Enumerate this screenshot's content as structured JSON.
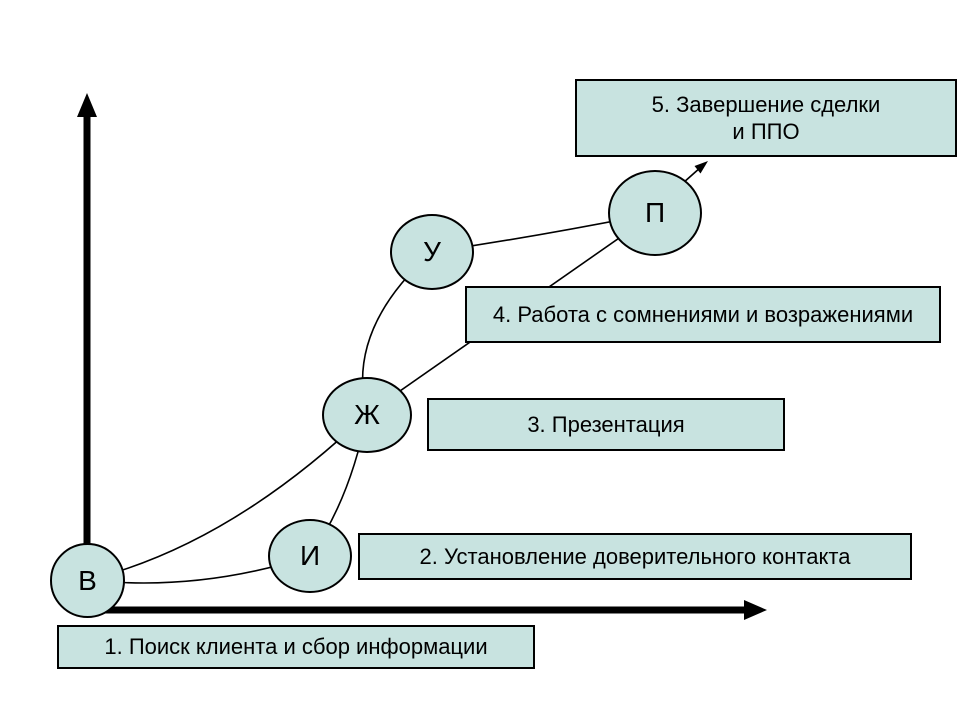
{
  "slide": {
    "palette": {
      "shape_fill": "#c8e3e0",
      "shape_border": "#000000",
      "line_color": "#000000",
      "text_color": "#000000",
      "bg": "#ffffff"
    },
    "nodes": {
      "v": "В",
      "i": "И",
      "zh": "Ж",
      "u": "У",
      "p": "П"
    },
    "boxes": {
      "box1": "1. Поиск клиента и сбор информации",
      "box2": "2. Установление доверительного контакта",
      "box3": "3. Презентация",
      "box4": "4. Работа с сомнениями и возражениями",
      "box5_line1": "5. Завершение сделки",
      "box5_line2": "и ППО"
    }
  }
}
